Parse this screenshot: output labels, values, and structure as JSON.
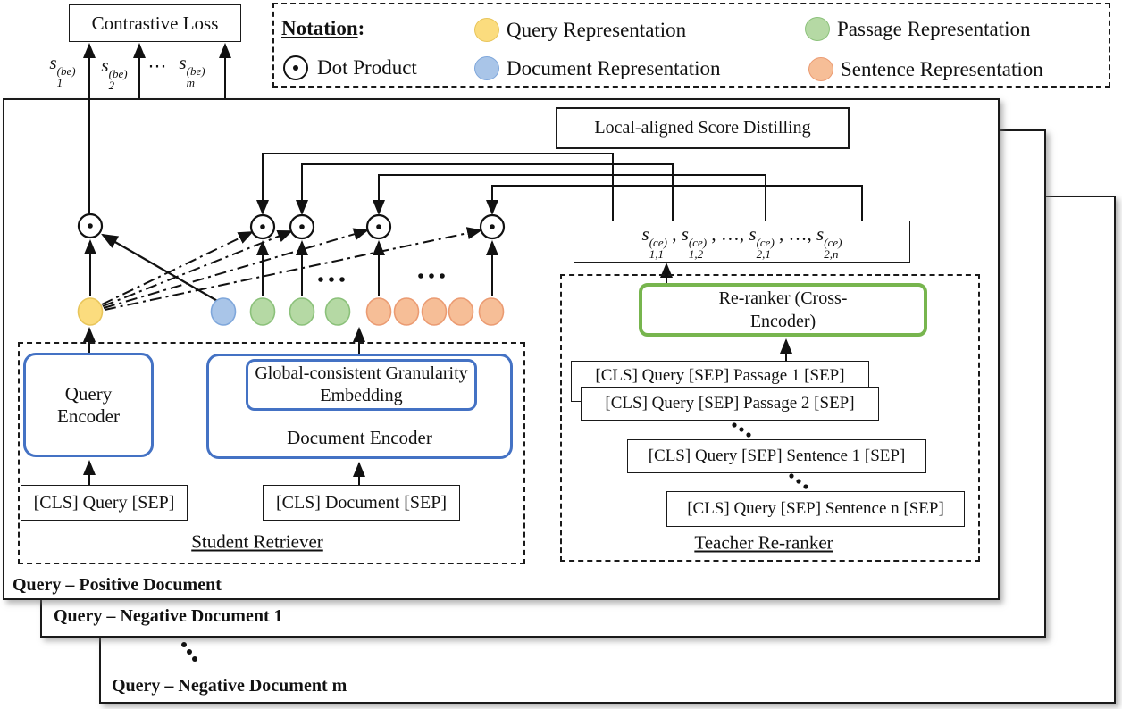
{
  "contrastive": "Contrastive Loss",
  "distilling": "Local-aligned Score Distilling",
  "notation": {
    "title": "Notation",
    "colon": ":",
    "dot_product": "Dot Product",
    "query": {
      "label": "Query Representation",
      "fill": "#FBDC7E",
      "stroke": "#E8C55A"
    },
    "passage": {
      "label": "Passage Representation",
      "fill": "#B5D9A4",
      "stroke": "#8BC17A"
    },
    "document": {
      "label": "Document Representation",
      "fill": "#A9C5E8",
      "stroke": "#7FA7DB"
    },
    "sentence": {
      "label": "Sentence Representation",
      "fill": "#F6BE97",
      "stroke": "#EB9B72"
    }
  },
  "scores_be": [
    {
      "b": "s",
      "sub": "1",
      "sup": "(be)"
    },
    {
      "b": "s",
      "sub": "2",
      "sup": "(be)"
    },
    {
      "b": "⋯"
    },
    {
      "b": "s",
      "sub": "m",
      "sup": "(be)"
    }
  ],
  "scores_ce": [
    {
      "b": "s",
      "sub": "1,1",
      "sup": "(ce)"
    },
    {
      "b": " , "
    },
    {
      "b": "s",
      "sub": "1,2",
      "sup": "(ce)"
    },
    {
      "b": " , …, "
    },
    {
      "b": "s",
      "sub": "2,1",
      "sup": "(ce)"
    },
    {
      "b": " , …, "
    },
    {
      "b": "s",
      "sub": "2,n",
      "sup": "(ce)"
    }
  ],
  "student": {
    "label": "Student Retriever",
    "query_encoder": "Query Encoder",
    "document_encoder": "Document Encoder",
    "granularity_embedding": "Global-consistent Granularity Embedding",
    "query_input": "[CLS] Query [SEP]",
    "document_input": "[CLS] Document [SEP]"
  },
  "teacher": {
    "label": "Teacher Re-ranker",
    "reranker": "Re-ranker (Cross-Encoder)",
    "inputs": [
      "[CLS] Query [SEP] Passage 1 [SEP]",
      "[CLS] Query [SEP] Passage 2 [SEP]",
      "[CLS] Query [SEP] Sentence 1 [SEP]",
      "[CLS] Query [SEP] Sentence n [SEP]"
    ]
  },
  "layers": {
    "positive": "Query – Positive Document",
    "negative1": "Query – Negative Document 1",
    "negativem": "Query – Negative Document m"
  },
  "colors": {
    "encoder_border": "#4472C4",
    "reranker_border": "#77B54E",
    "line": "#111111"
  }
}
